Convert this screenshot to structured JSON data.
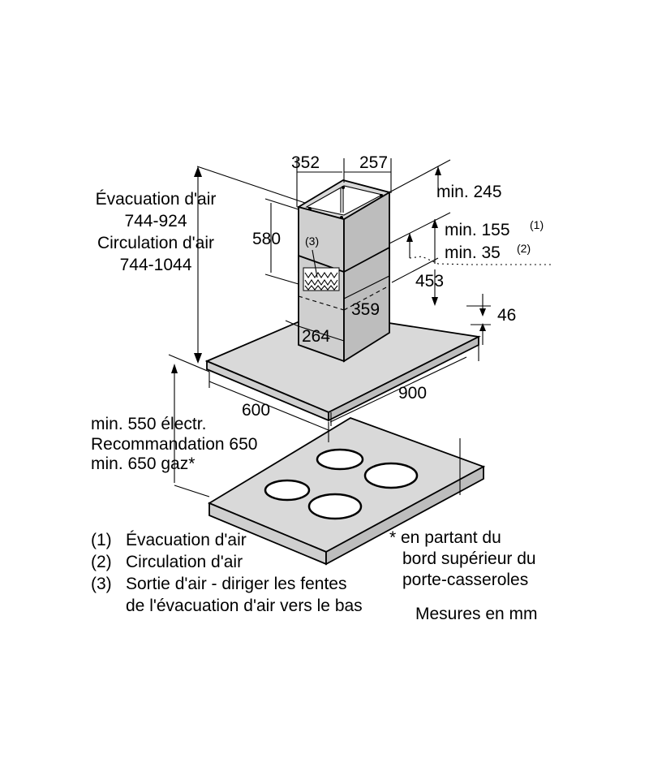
{
  "dimensions": {
    "chimney_width": "352",
    "chimney_depth": "257",
    "min_245": "min. 245",
    "height_580": "580",
    "min_155": "min. 155",
    "min_155_ref": "(1)",
    "min_35": "min. 35",
    "min_35_ref": "(2)",
    "d453": "453",
    "d359": "359",
    "d264": "264",
    "d46": "46",
    "d900": "900",
    "d600": "600",
    "outlet_ref": "(3)"
  },
  "height_labels": {
    "exhaust_title": "Évacuation d'air",
    "exhaust_range": "744-924",
    "recirc_title": "Circulation d'air",
    "recirc_range": "744-1044"
  },
  "clearance_labels": {
    "line1": "min. 550 électr.",
    "line2": "Recommandation 650",
    "line3": "min. 650 gaz*"
  },
  "legend": {
    "items": [
      {
        "num": "(1)",
        "text": "Évacuation d'air"
      },
      {
        "num": "(2)",
        "text": "Circulation d'air"
      },
      {
        "num": "(3)",
        "text": "Sortie d'air - diriger les fentes"
      }
    ],
    "continuation": "de l'évacuation d'air vers le bas"
  },
  "footnote": {
    "line1": "* en partant du",
    "line2": "bord supérieur du",
    "line3": "porte-casseroles"
  },
  "units_note": "Mesures en mm"
}
